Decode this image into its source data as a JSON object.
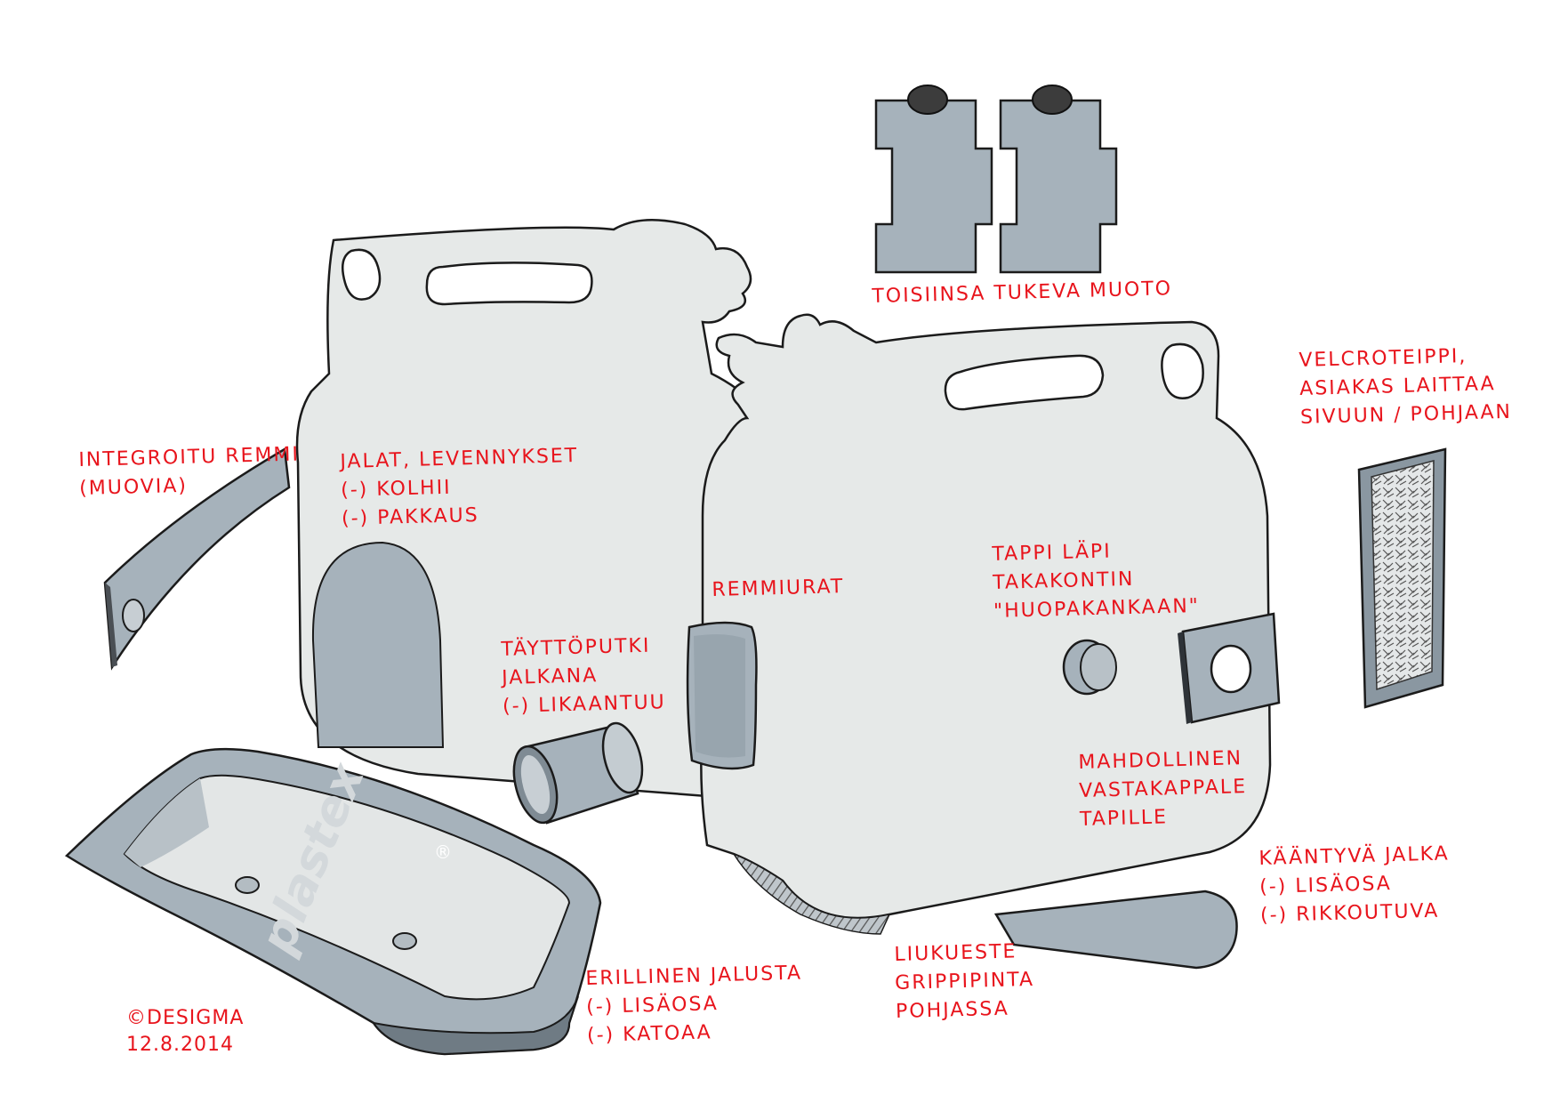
{
  "notes": {
    "stacking": {
      "lines": [
        "TOISIINSA TUKEVA MUOTO"
      ]
    },
    "strap": {
      "lines": [
        "INTEGROITU REMMI",
        "(MUOVIA)"
      ]
    },
    "legs": {
      "lines": [
        "JALAT, LEVENNYKSET",
        "(-) KOLHII",
        "(-) PAKKAUS"
      ]
    },
    "fill_pipe": {
      "lines": [
        "TÄYTTÖPUTKI",
        "JALKANA",
        "(-) LIKAANTUU"
      ]
    },
    "strap_slots": {
      "lines": [
        "REMMIURAT"
      ]
    },
    "pin": {
      "lines": [
        "TAPPI LÄPI",
        "TAKAKONTIN",
        "\"HUOPAKANKAAN\""
      ]
    },
    "counterpart": {
      "lines": [
        "MAHDOLLINEN",
        "VASTAKAPPALE",
        "TAPILLE"
      ]
    },
    "velcro": {
      "lines": [
        "VELCROTEIPPI,",
        "ASIAKAS LAITTAA",
        "SIVUUN / POHJAAN"
      ]
    },
    "separate_stand": {
      "lines": [
        "ERILLINEN JALUSTA",
        "(-) LISÄOSA",
        "(-) KATOAA"
      ]
    },
    "non_slip": {
      "lines": [
        "LIUKUESTE",
        "GRIPPIPINTA",
        "POHJASSA"
      ]
    },
    "folding_leg": {
      "lines": [
        "KÄÄNTYVÄ JALKA",
        "(-) LISÄOSA",
        "(-) RIKKOUTUVA"
      ]
    }
  },
  "signature": {
    "lines": [
      "©DESIGMA",
      "12.8.2014"
    ]
  },
  "logo": {
    "text": "plastex",
    "mark": "®"
  },
  "colors": {
    "body": "#e6e9e8",
    "part": "#a6b2bb",
    "part_dark": "#8a97a1",
    "outline": "#1b1b1b",
    "annotation": "#e8141c"
  }
}
